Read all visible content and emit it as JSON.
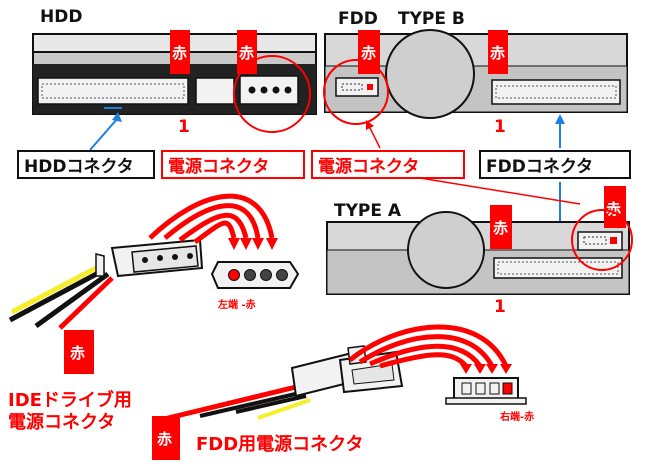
{
  "labels": {
    "hdd": "HDD",
    "fdd": "FDD",
    "type_b": "TYPE B",
    "type_a": "TYPE A",
    "red_tag": "赤",
    "pin1": "1",
    "hdd_connector": "HDDコネクタ",
    "power_connector": "電源コネクタ",
    "fdd_connector": "FDDコネクタ",
    "left_end_red": "左端 -赤",
    "right_end_red": "右端-赤",
    "ide_power_line1": "IDEドライブ用",
    "ide_power_line2": "電源コネクタ",
    "fdd_power": "FDD用電源コネクタ"
  },
  "colors": {
    "red": "#ff0000",
    "blue": "#1e7fe0",
    "device_gray": "#d8d8d8",
    "dark": "#111111",
    "yellow": "#f5ee2a"
  }
}
